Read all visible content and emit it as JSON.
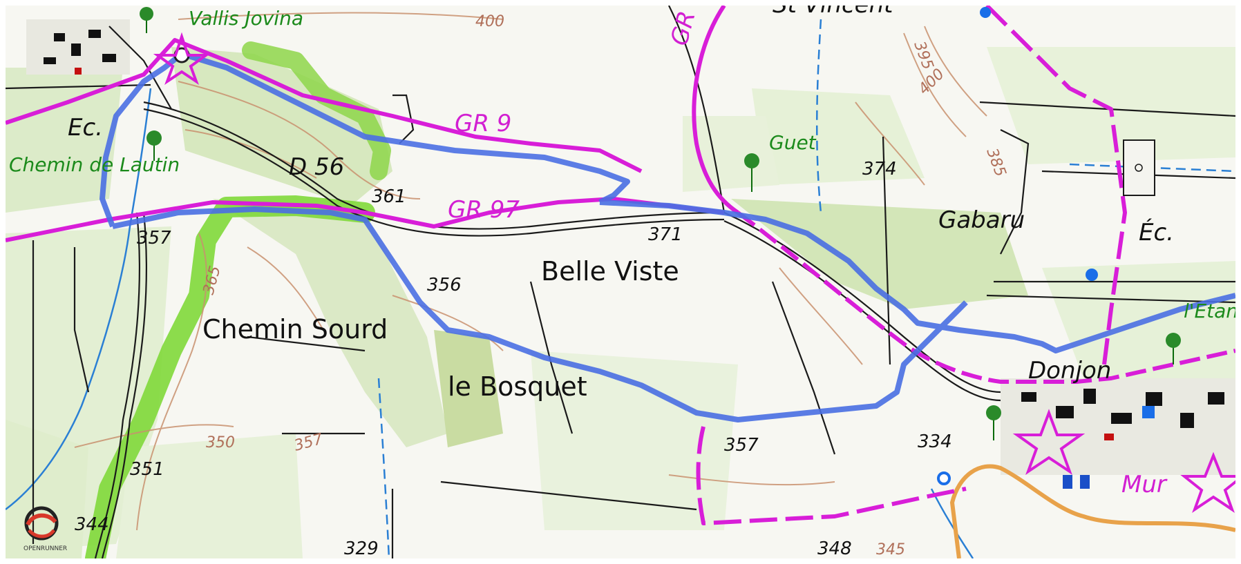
{
  "map": {
    "colors": {
      "gr_trail": "#d81ed8",
      "route": "#4a6fe3",
      "vegetation": "#8fd14f",
      "wood": "#c9e0a8",
      "road": "#1a1a1a",
      "contour": "#c9916f",
      "water": "#2a7fd4",
      "orange_road": "#e8a24a"
    },
    "places": {
      "vallis_jovina": "Vallis Jovina",
      "st_vincent": "St Vincent",
      "ec_left": "Ec.",
      "chemin_de_lautin": "Chemin de Lautin",
      "guet": "Guet",
      "gabaru": "Gabaru",
      "ec_right": "Éc.",
      "belle_viste": "Belle Viste",
      "chemin_sourd": "Chemin Sourd",
      "le_bosquet": "le Bosquet",
      "donjon": "Donjon",
      "l_etang": "l'Etan",
      "mur": "Mur"
    },
    "roads": {
      "d56": "D 56"
    },
    "trails": {
      "gr9": "GR 9",
      "gr97": "GR 97",
      "gr_top": "GR"
    },
    "altitudes": {
      "a374": "374",
      "a371": "371",
      "a361": "361",
      "a357_left": "357",
      "a356": "356",
      "a357_bottom": "357",
      "a334": "334",
      "a351": "351",
      "a344": "344",
      "a329": "329",
      "a348": "348"
    },
    "contours": {
      "c400_top": "400",
      "c395": "395",
      "c400_right": "400",
      "c385": "385",
      "c365": "365",
      "c350": "350",
      "c357": "357",
      "c345": "345"
    },
    "logo_icon": "openrunner-logo-icon",
    "logo_text": "OPENRUNNER"
  }
}
